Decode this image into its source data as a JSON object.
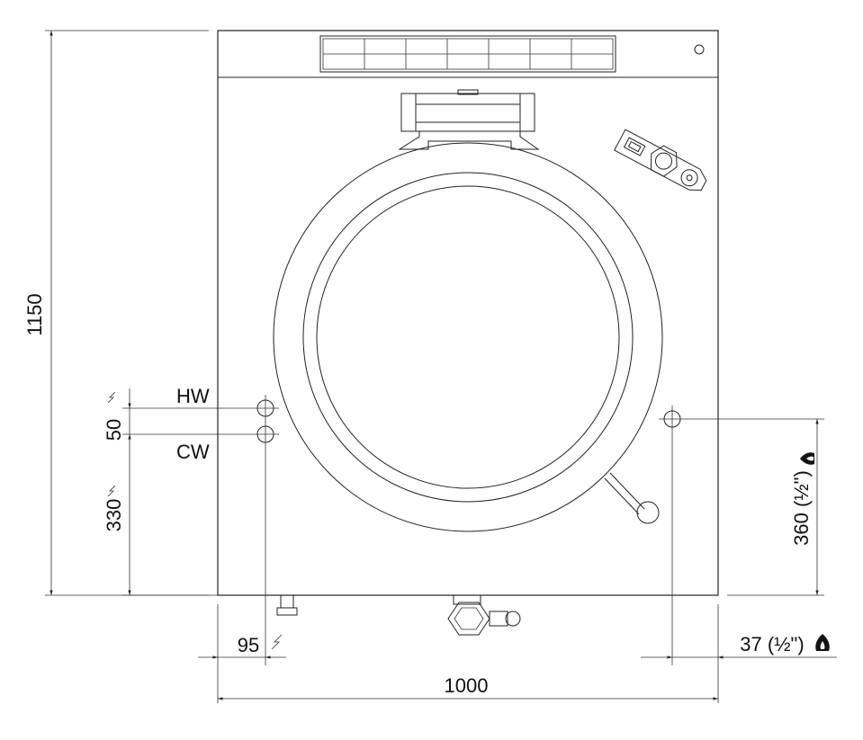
{
  "dimensions": {
    "height_total": "1150",
    "width_total": "1000",
    "hw_cw_spacing": "50",
    "cw_height": "330",
    "water_offset": "95",
    "gas_height": "360 (½\")",
    "gas_offset": "37 (½\")"
  },
  "labels": {
    "hot_water": "HW",
    "cold_water": "CW"
  },
  "icons": {
    "water": "lightning-icon",
    "gas": "flame-icon"
  }
}
